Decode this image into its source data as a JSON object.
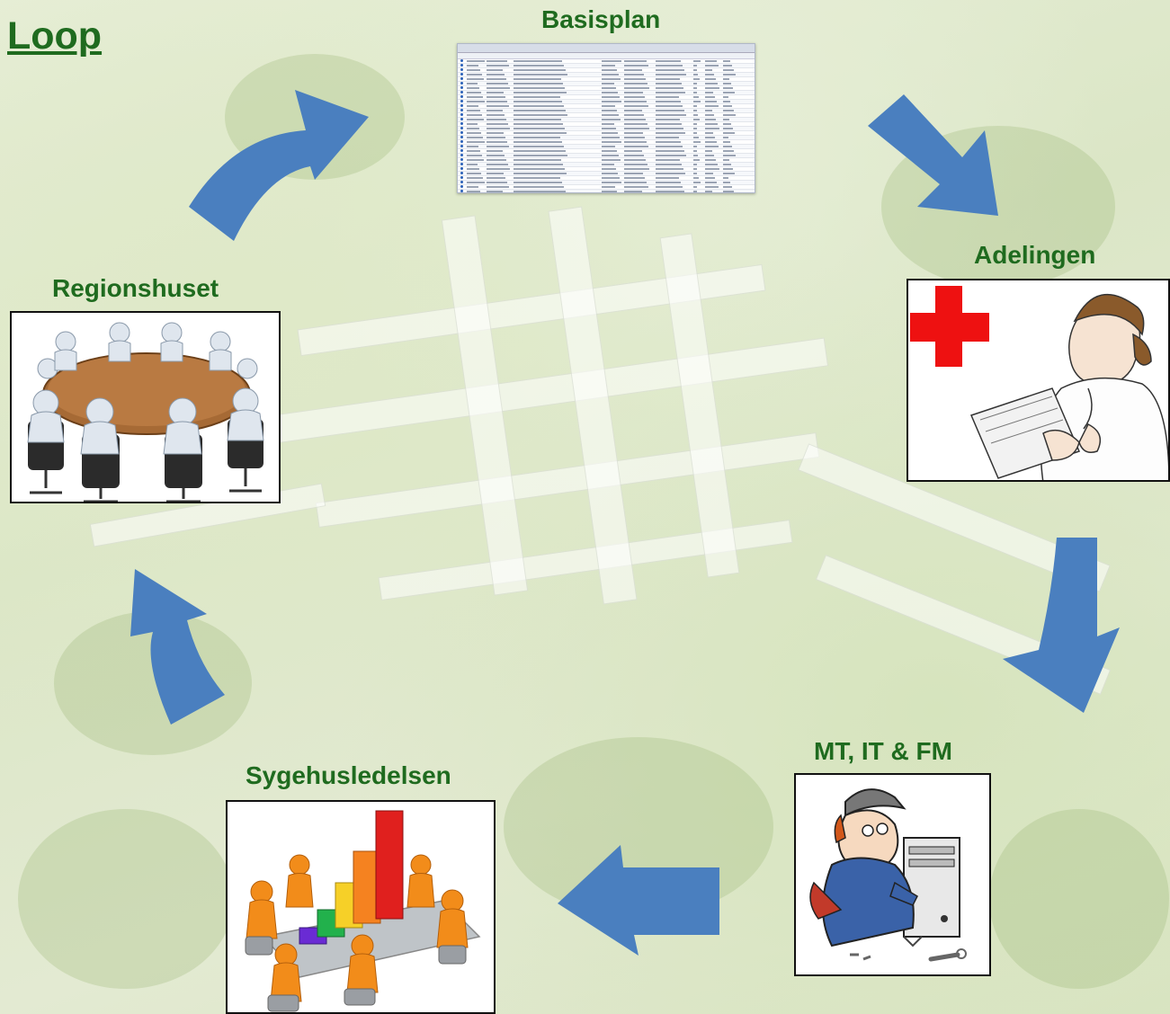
{
  "title": "Loop",
  "nodes": {
    "basisplan": {
      "label": "Basisplan"
    },
    "adelingen": {
      "label": "Adelingen"
    },
    "mt_it_fm": {
      "label": "MT, IT & FM"
    },
    "sygehusledelsen": {
      "label": "Sygehusledelsen"
    },
    "regionshuset": {
      "label": "Regionshuset"
    }
  },
  "colors": {
    "label": "#1f6b1f",
    "arrow": "#4a7fbf",
    "cross": "#ee1111"
  },
  "icons": {
    "basisplan": "spreadsheet-table-icon",
    "adelingen": "nurse-with-clipboard-and-red-cross-icon",
    "mt_it_fm": "technician-repairing-computer-icon",
    "sygehusledelsen": "meeting-with-bar-chart-icon",
    "regionshuset": "round-table-meeting-icon"
  }
}
